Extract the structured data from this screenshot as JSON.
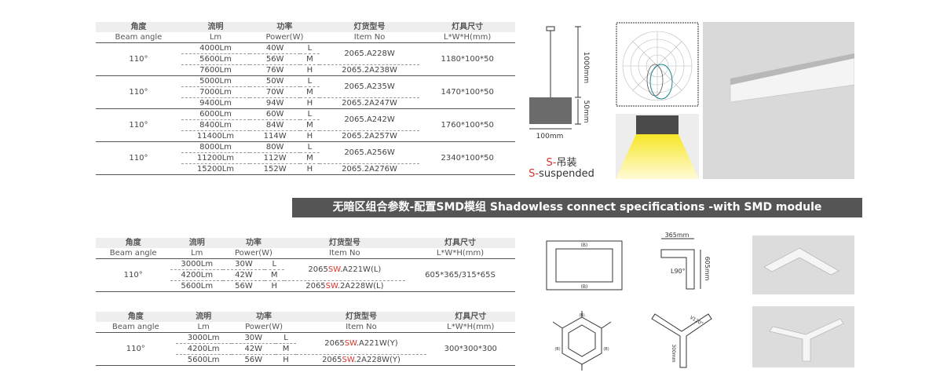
{
  "headers": {
    "angle_cn": "角度",
    "angle_en": "Beam angle",
    "lumen_cn": "流明",
    "lumen_en": "Lm",
    "power_cn": "功率",
    "power_en": "Power(W)",
    "item_cn": "灯货型号",
    "item_en": "Item No",
    "size_cn": "灯具尺寸",
    "size_en": "L*W*H(mm)"
  },
  "table1": [
    {
      "angle": "110°",
      "size": "1180*100*50",
      "item": "2065.A228W",
      "item_last": "2065.2A238W",
      "rows": [
        {
          "lm": "4000Lm",
          "w": "40W",
          "g": "L"
        },
        {
          "lm": "5600Lm",
          "w": "56W",
          "g": "M"
        },
        {
          "lm": "7600Lm",
          "w": "76W",
          "g": "H"
        }
      ]
    },
    {
      "angle": "110°",
      "size": "1470*100*50",
      "item": "2065.A235W",
      "item_last": "2065.2A247W",
      "rows": [
        {
          "lm": "5000Lm",
          "w": "50W",
          "g": "L"
        },
        {
          "lm": "7000Lm",
          "w": "70W",
          "g": "M"
        },
        {
          "lm": "9400Lm",
          "w": "94W",
          "g": "H"
        }
      ]
    },
    {
      "angle": "110°",
      "size": "1760*100*50",
      "item": "2065.A242W",
      "item_last": "2065.2A257W",
      "rows": [
        {
          "lm": "6000Lm",
          "w": "60W",
          "g": "L"
        },
        {
          "lm": "8400Lm",
          "w": "84W",
          "g": "M"
        },
        {
          "lm": "11400Lm",
          "w": "114W",
          "g": "H"
        }
      ]
    },
    {
      "angle": "110°",
      "size": "2340*100*50",
      "item": "2065.A256W",
      "item_last": "2065.2A276W",
      "rows": [
        {
          "lm": "8000Lm",
          "w": "80W",
          "g": "L"
        },
        {
          "lm": "11200Lm",
          "w": "112W",
          "g": "M"
        },
        {
          "lm": "15200Lm",
          "w": "152W",
          "g": "H"
        }
      ]
    }
  ],
  "table2": {
    "angle": "110°",
    "size": "605*365/315*65S",
    "item_pre": "2065",
    "item_red": "SW",
    "item_mid": ".A221W(L)",
    "item_last_red": "SW",
    "item_last": ".2A228W(L)",
    "rows": [
      {
        "lm": "3000Lm",
        "w": "30W",
        "g": "L"
      },
      {
        "lm": "4200Lm",
        "w": "42W",
        "g": "M"
      },
      {
        "lm": "5600Lm",
        "w": "56W",
        "g": "H"
      }
    ]
  },
  "table3": {
    "angle": "110°",
    "size": "300*300*300",
    "item_pre": "2065",
    "item_red": "SW",
    "item_mid": ".A221W(Y)",
    "item_last_red": "SW",
    "item_last": ".2A228W(Y)",
    "rows": [
      {
        "lm": "3000Lm",
        "w": "30W",
        "g": "L"
      },
      {
        "lm": "4200Lm",
        "w": "42W",
        "g": "M"
      },
      {
        "lm": "5600Lm",
        "w": "56W",
        "g": "H"
      }
    ]
  },
  "banner": "无暗区组合参数-配置SMD模组 Shadowless connect specifications -with SMD module",
  "diagram": {
    "dim_height": "1000mm",
    "dim_body": "50mm",
    "dim_width": "100mm",
    "caption_cn_prefix": "S-",
    "caption_cn": "吊装",
    "caption_en_prefix": "S-",
    "caption_en": "suspended",
    "l_dim_top": "365mm",
    "l_dim_side": "605mm",
    "l_angle": "L90°",
    "y_dim_a": "V120°",
    "y_dim_b": "300mm",
    "y_label": "(B)"
  }
}
